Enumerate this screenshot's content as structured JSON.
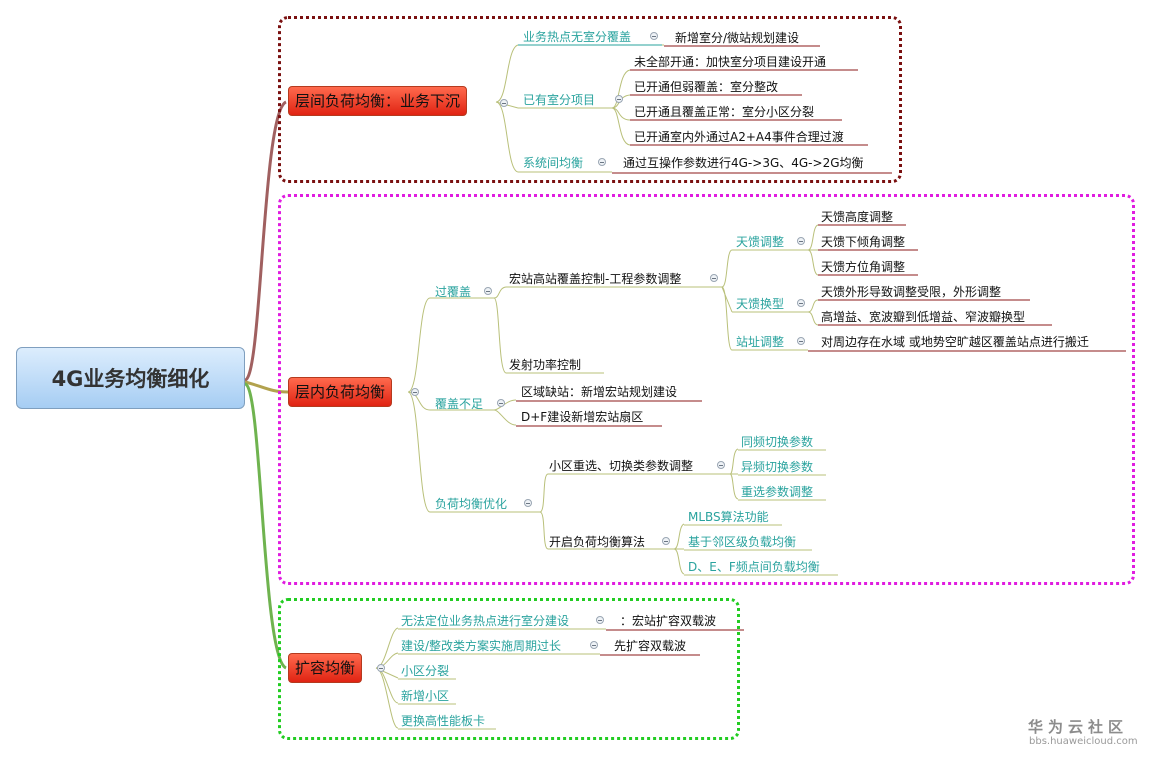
{
  "root": "4G业务均衡细化",
  "branch1": {
    "title": "层间负荷均衡：业务下沉",
    "b1": {
      "label": "业务热点无室分覆盖",
      "leaf": "新增室分/微站规划建设"
    },
    "b2": {
      "label": "已有室分项目",
      "leaves": [
        "未全部开通：加快室分项目建设开通",
        "已开通但弱覆盖：室分整改",
        "已开通且覆盖正常：室分小区分裂",
        "已开通室内外通过A2+A4事件合理过渡"
      ]
    },
    "b3": {
      "label": "系统间均衡",
      "leaf": "通过互操作参数进行4G->3G、4G->2G均衡"
    }
  },
  "branch2": {
    "title": "层内负荷均衡",
    "over": {
      "label": "过覆盖",
      "macro": {
        "label": "宏站高站覆盖控制-工程参数调整",
        "adjust": {
          "label": "天馈调整",
          "leaves": [
            "天馈高度调整",
            "天馈下倾角调整",
            "天馈方位角调整"
          ]
        },
        "replace": {
          "label": "天馈换型",
          "leaves": [
            "天馈外形导致调整受限，外形调整",
            "高增益、宽波瓣到低增益、窄波瓣换型"
          ]
        },
        "site": {
          "label": "站址调整",
          "leaf": "对周边存在水域 或地势空旷越区覆盖站点进行搬迁"
        }
      },
      "power": "发射功率控制"
    },
    "under": {
      "label": "覆盖不足",
      "leaves": [
        "区域缺站：新增宏站规划建设",
        "D+F建设新增宏站扇区"
      ]
    },
    "load": {
      "label": "负荷均衡优化",
      "reselect": {
        "label": "小区重选、切换类参数调整",
        "leaves": [
          "同频切换参数",
          "异频切换参数",
          "重选参数调整"
        ]
      },
      "algo": {
        "label": "开启负荷均衡算法",
        "leaves": [
          "MLBS算法功能",
          "基于邻区级负载均衡",
          "D、E、F频点间负载均衡"
        ]
      }
    }
  },
  "branch3": {
    "title": "扩容均衡",
    "c1": {
      "label": "无法定位业务热点进行室分建设",
      "leaf": "：宏站扩容双载波"
    },
    "c2": {
      "label": "建设/整改类方案实施周期过长",
      "leaf": "先扩容双载波"
    },
    "items": [
      "小区分裂",
      "新增小区",
      "更换高性能板卡"
    ]
  },
  "watermark": {
    "name": "华为云社区",
    "url": "bbs.huaweicloud.com"
  },
  "colors": {
    "box1": "#7a1010",
    "box2": "#e01ce0",
    "box3": "#22cc22",
    "line": "#b9c07a",
    "underline_red": "#8b1a1a"
  }
}
